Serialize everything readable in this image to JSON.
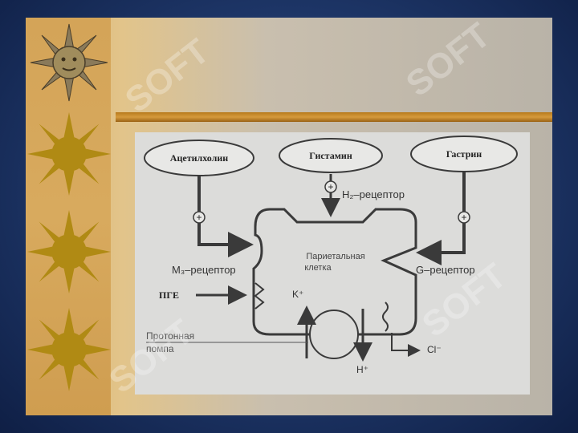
{
  "diagram": {
    "nodes": {
      "acetylcholine": "Ацетилхолин",
      "histamine": "Гистамин",
      "gastrin": "Гастрин"
    },
    "receptors": {
      "h2": "H₂–рецептор",
      "m3": "M₃–рецептор",
      "g": "G–рецептор"
    },
    "cell_label_line1": "Париетальная",
    "cell_label_line2": "клетка",
    "pge": "ПГЕ",
    "k_ion": "K⁺",
    "h_ion": "H⁺",
    "cl_ion": "Cl⁻",
    "pump_line1": "Протонная",
    "pump_line2": "помпа",
    "plus_sign": "+"
  },
  "watermark": {
    "text": "SOFT"
  },
  "colors": {
    "background": "#1d3566",
    "sidebar": "#d4a458",
    "stripe": "#c0862a",
    "panel": "#dcdcda",
    "ink": "#3a3a3a"
  }
}
